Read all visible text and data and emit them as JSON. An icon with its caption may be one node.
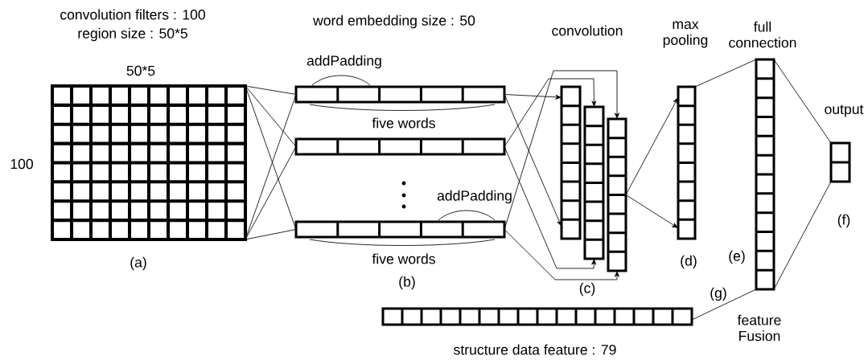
{
  "diagram": {
    "nodes": [
      {
        "text": [],
        "shape": "grid"
      },
      {
        "text": [],
        "shape": "bar"
      },
      {
        "text": [],
        "shape": "bar"
      },
      {
        "text": [],
        "shape": "bar"
      },
      {
        "text": [],
        "shape": "bar"
      },
      {
        "text": [],
        "shape": "bar"
      },
      {
        "text": [],
        "shape": "bar"
      },
      {
        "text": [],
        "shape": "bar"
      },
      {
        "text": [],
        "shape": "bar"
      },
      {
        "text": [],
        "shape": "bar"
      },
      {
        "text": [],
        "shape": "bar"
      }
    ],
    "edges": [
      {
        "from": 0,
        "to": 1,
        "arrow": "none"
      },
      {
        "from": 0,
        "to": 2,
        "arrow": "none"
      },
      {
        "from": 0,
        "to": 3,
        "arrow": "none"
      },
      {
        "from": 1,
        "to": 4,
        "arrow": "to"
      },
      {
        "from": 2,
        "to": 5,
        "arrow": "to"
      },
      {
        "from": 3,
        "to": 6,
        "arrow": "to"
      },
      {
        "from": 6,
        "to": 7,
        "arrow": "to"
      },
      {
        "from": 7,
        "to": 8,
        "arrow": "none"
      },
      {
        "from": 8,
        "to": 9,
        "arrow": "none"
      },
      {
        "from": 10,
        "to": 8,
        "label": "(g)",
        "arrow": "none"
      }
    ],
    "labels": [
      "convolution filters : 100",
      "region size : 50*5",
      "50*5",
      "100",
      "(a)",
      "word embedding size : 50",
      "addPadding",
      "five words",
      "addPadding",
      "five words",
      "(b)",
      "convolution",
      "(c)",
      "max pooling",
      "(d)",
      "full connection",
      "(e)",
      "output",
      "(f)",
      "feature Fusion",
      "structure data feature : 79"
    ]
  }
}
